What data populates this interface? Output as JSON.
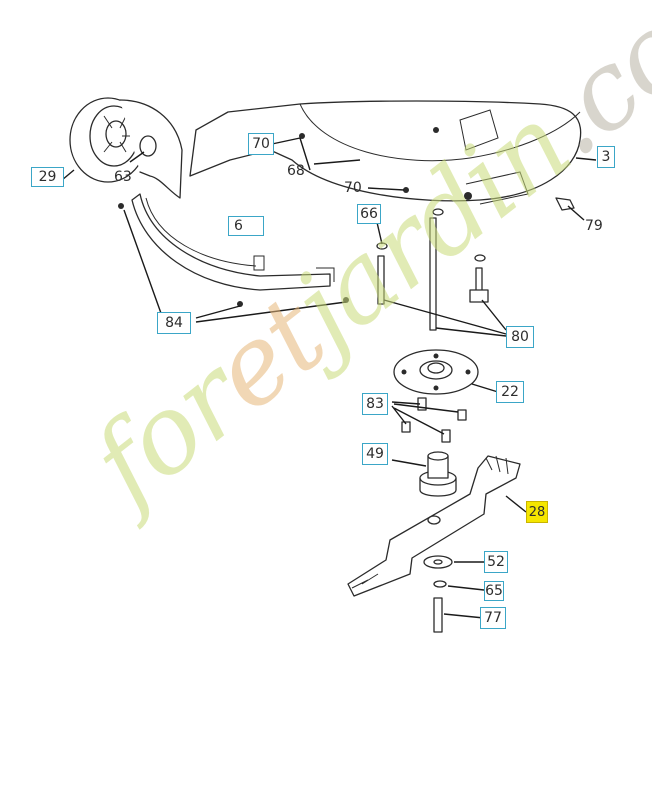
{
  "diagram": {
    "labels": [
      {
        "id": "29",
        "text": "29"
      },
      {
        "id": "63",
        "text": "63"
      },
      {
        "id": "70a",
        "text": "70"
      },
      {
        "id": "68",
        "text": "68"
      },
      {
        "id": "3",
        "text": "3"
      },
      {
        "id": "70b",
        "text": "70"
      },
      {
        "id": "79",
        "text": "79"
      },
      {
        "id": "6",
        "text": "6"
      },
      {
        "id": "66",
        "text": "66"
      },
      {
        "id": "84",
        "text": "84"
      },
      {
        "id": "80",
        "text": "80"
      },
      {
        "id": "22",
        "text": "22"
      },
      {
        "id": "83",
        "text": "83"
      },
      {
        "id": "49",
        "text": "49"
      },
      {
        "id": "28",
        "text": "28"
      },
      {
        "id": "52",
        "text": "52"
      },
      {
        "id": "65",
        "text": "65"
      },
      {
        "id": "77",
        "text": "77"
      }
    ],
    "highlighted_part": "28"
  },
  "watermark": {
    "part1": "for",
    "part2": "et",
    "part3": "jardin",
    "part4": ".com"
  },
  "colors": {
    "label_border": "#3ba6c7",
    "highlight": "#f5e600",
    "watermark_green": "#c9dc7a",
    "watermark_orange": "#e7b77a",
    "watermark_gray": "#b9b3a6"
  }
}
